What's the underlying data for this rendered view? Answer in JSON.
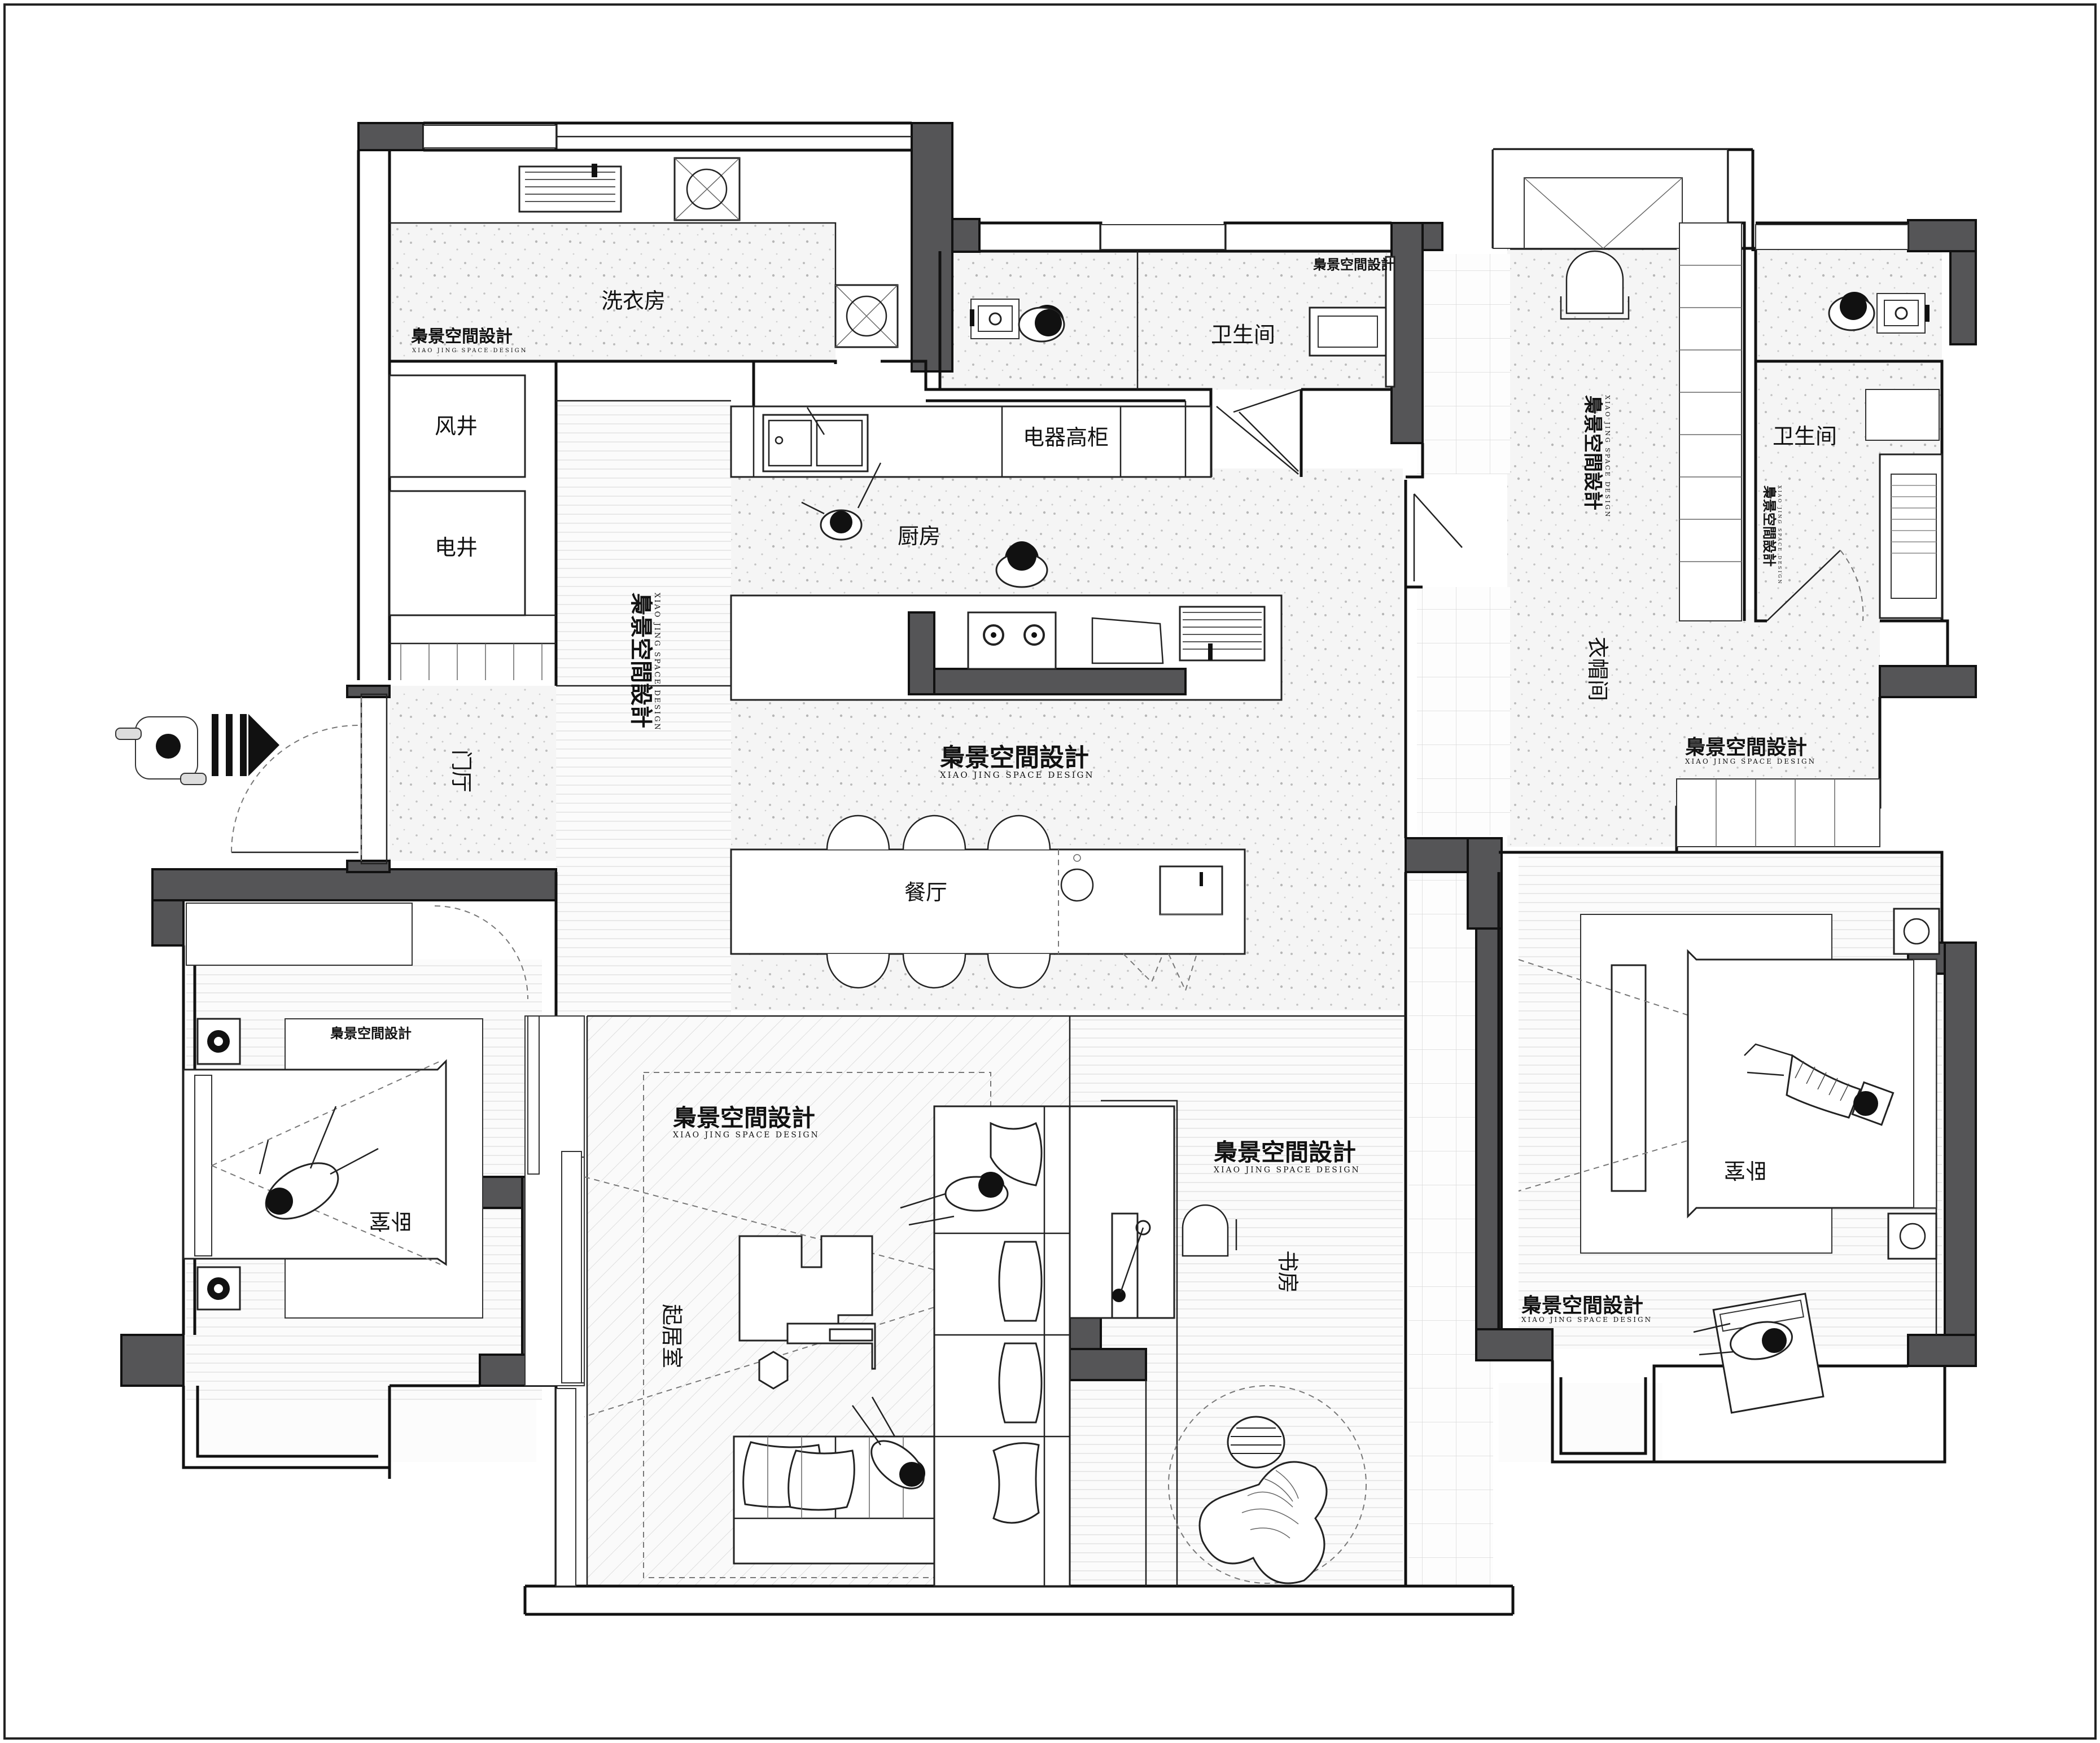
{
  "rooms": {
    "laundry": "洗衣房",
    "air_shaft": "风井",
    "electric_shaft": "电井",
    "foyer": "门厅",
    "kitchen": "厨房",
    "tall_cabinet": "电器高柜",
    "bathroom_north": "卫生间",
    "bathroom_east": "卫生间",
    "cloakroom": "衣帽间",
    "dining": "餐厅",
    "living": "起居室",
    "study": "书房",
    "bedroom_west": "卧室",
    "bedroom_east": "卧室"
  },
  "watermark": {
    "name": "梟景空間設計",
    "english": "XIAO JING SPACE DESIGN"
  },
  "colors": {
    "wall": "#555557",
    "line": "#111111",
    "terrazzo": "#f4f4f4"
  },
  "icons": [
    "entry-arrow-icon",
    "person-icon",
    "sink-icon",
    "stove-icon",
    "toilet-icon"
  ]
}
